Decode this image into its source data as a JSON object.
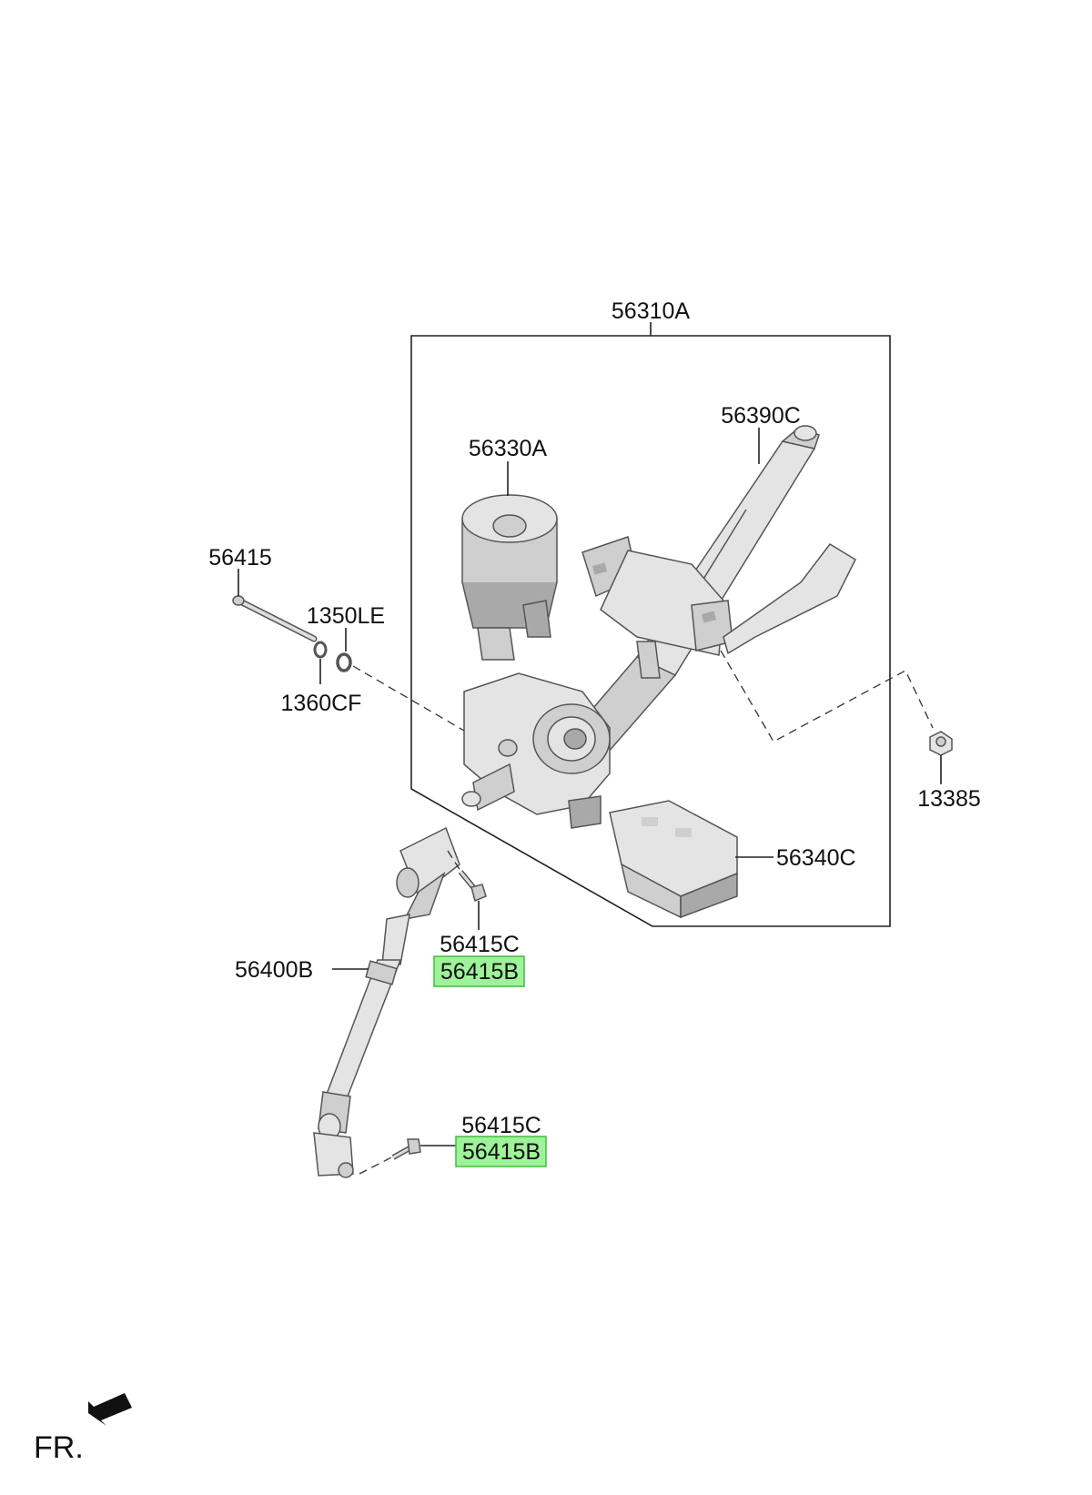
{
  "diagram": {
    "labels": {
      "assembly": "56310A",
      "column_tube": "56390C",
      "motor": "56330A",
      "bolt": "56415",
      "washer_a": "1350LE",
      "washer_b": "1360CF",
      "nut": "13385",
      "ecu": "56340C",
      "shaft": "56400B",
      "upper_bolt_c": "56415C",
      "upper_bolt_b": "56415B",
      "lower_bolt_c": "56415C",
      "lower_bolt_b": "56415B"
    },
    "direction_label": "FR.",
    "highlight_color": "#9ef29a"
  }
}
